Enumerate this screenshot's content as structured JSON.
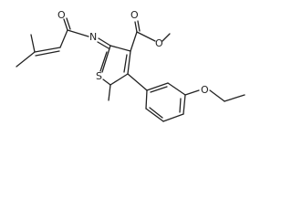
{
  "molecule": {
    "atom_labels": {
      "amide_oxygen": "O",
      "amide_nitrogen": "N",
      "ester_carbonyl_oxygen": "O",
      "ester_ether_oxygen": "O",
      "thiophene_sulfur": "S",
      "ethoxy_oxygen": "O"
    }
  },
  "colors": {
    "bond": "#222222",
    "text": "#222222",
    "background": "#ffffff"
  }
}
